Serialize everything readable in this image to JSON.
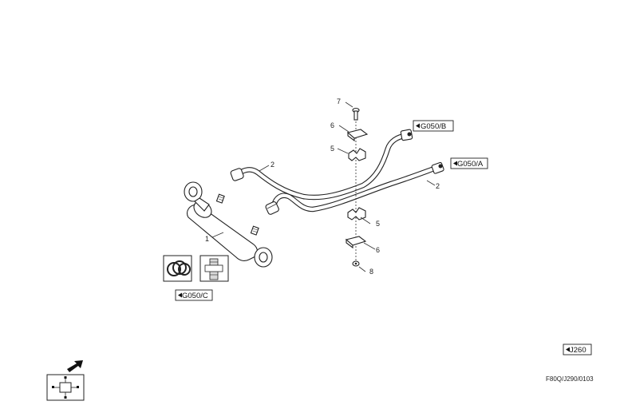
{
  "callouts": {
    "c1": "1",
    "c2a": "2",
    "c2b": "2",
    "c5a": "5",
    "c5b": "5",
    "c6a": "6",
    "c6b": "6",
    "c7": "7",
    "c8": "8"
  },
  "references": {
    "g050b": "G050/B",
    "g050a": "G050/A",
    "g050c": "G050/C",
    "j260": "J260"
  },
  "drawing_code": "F80Q/J290/0103"
}
